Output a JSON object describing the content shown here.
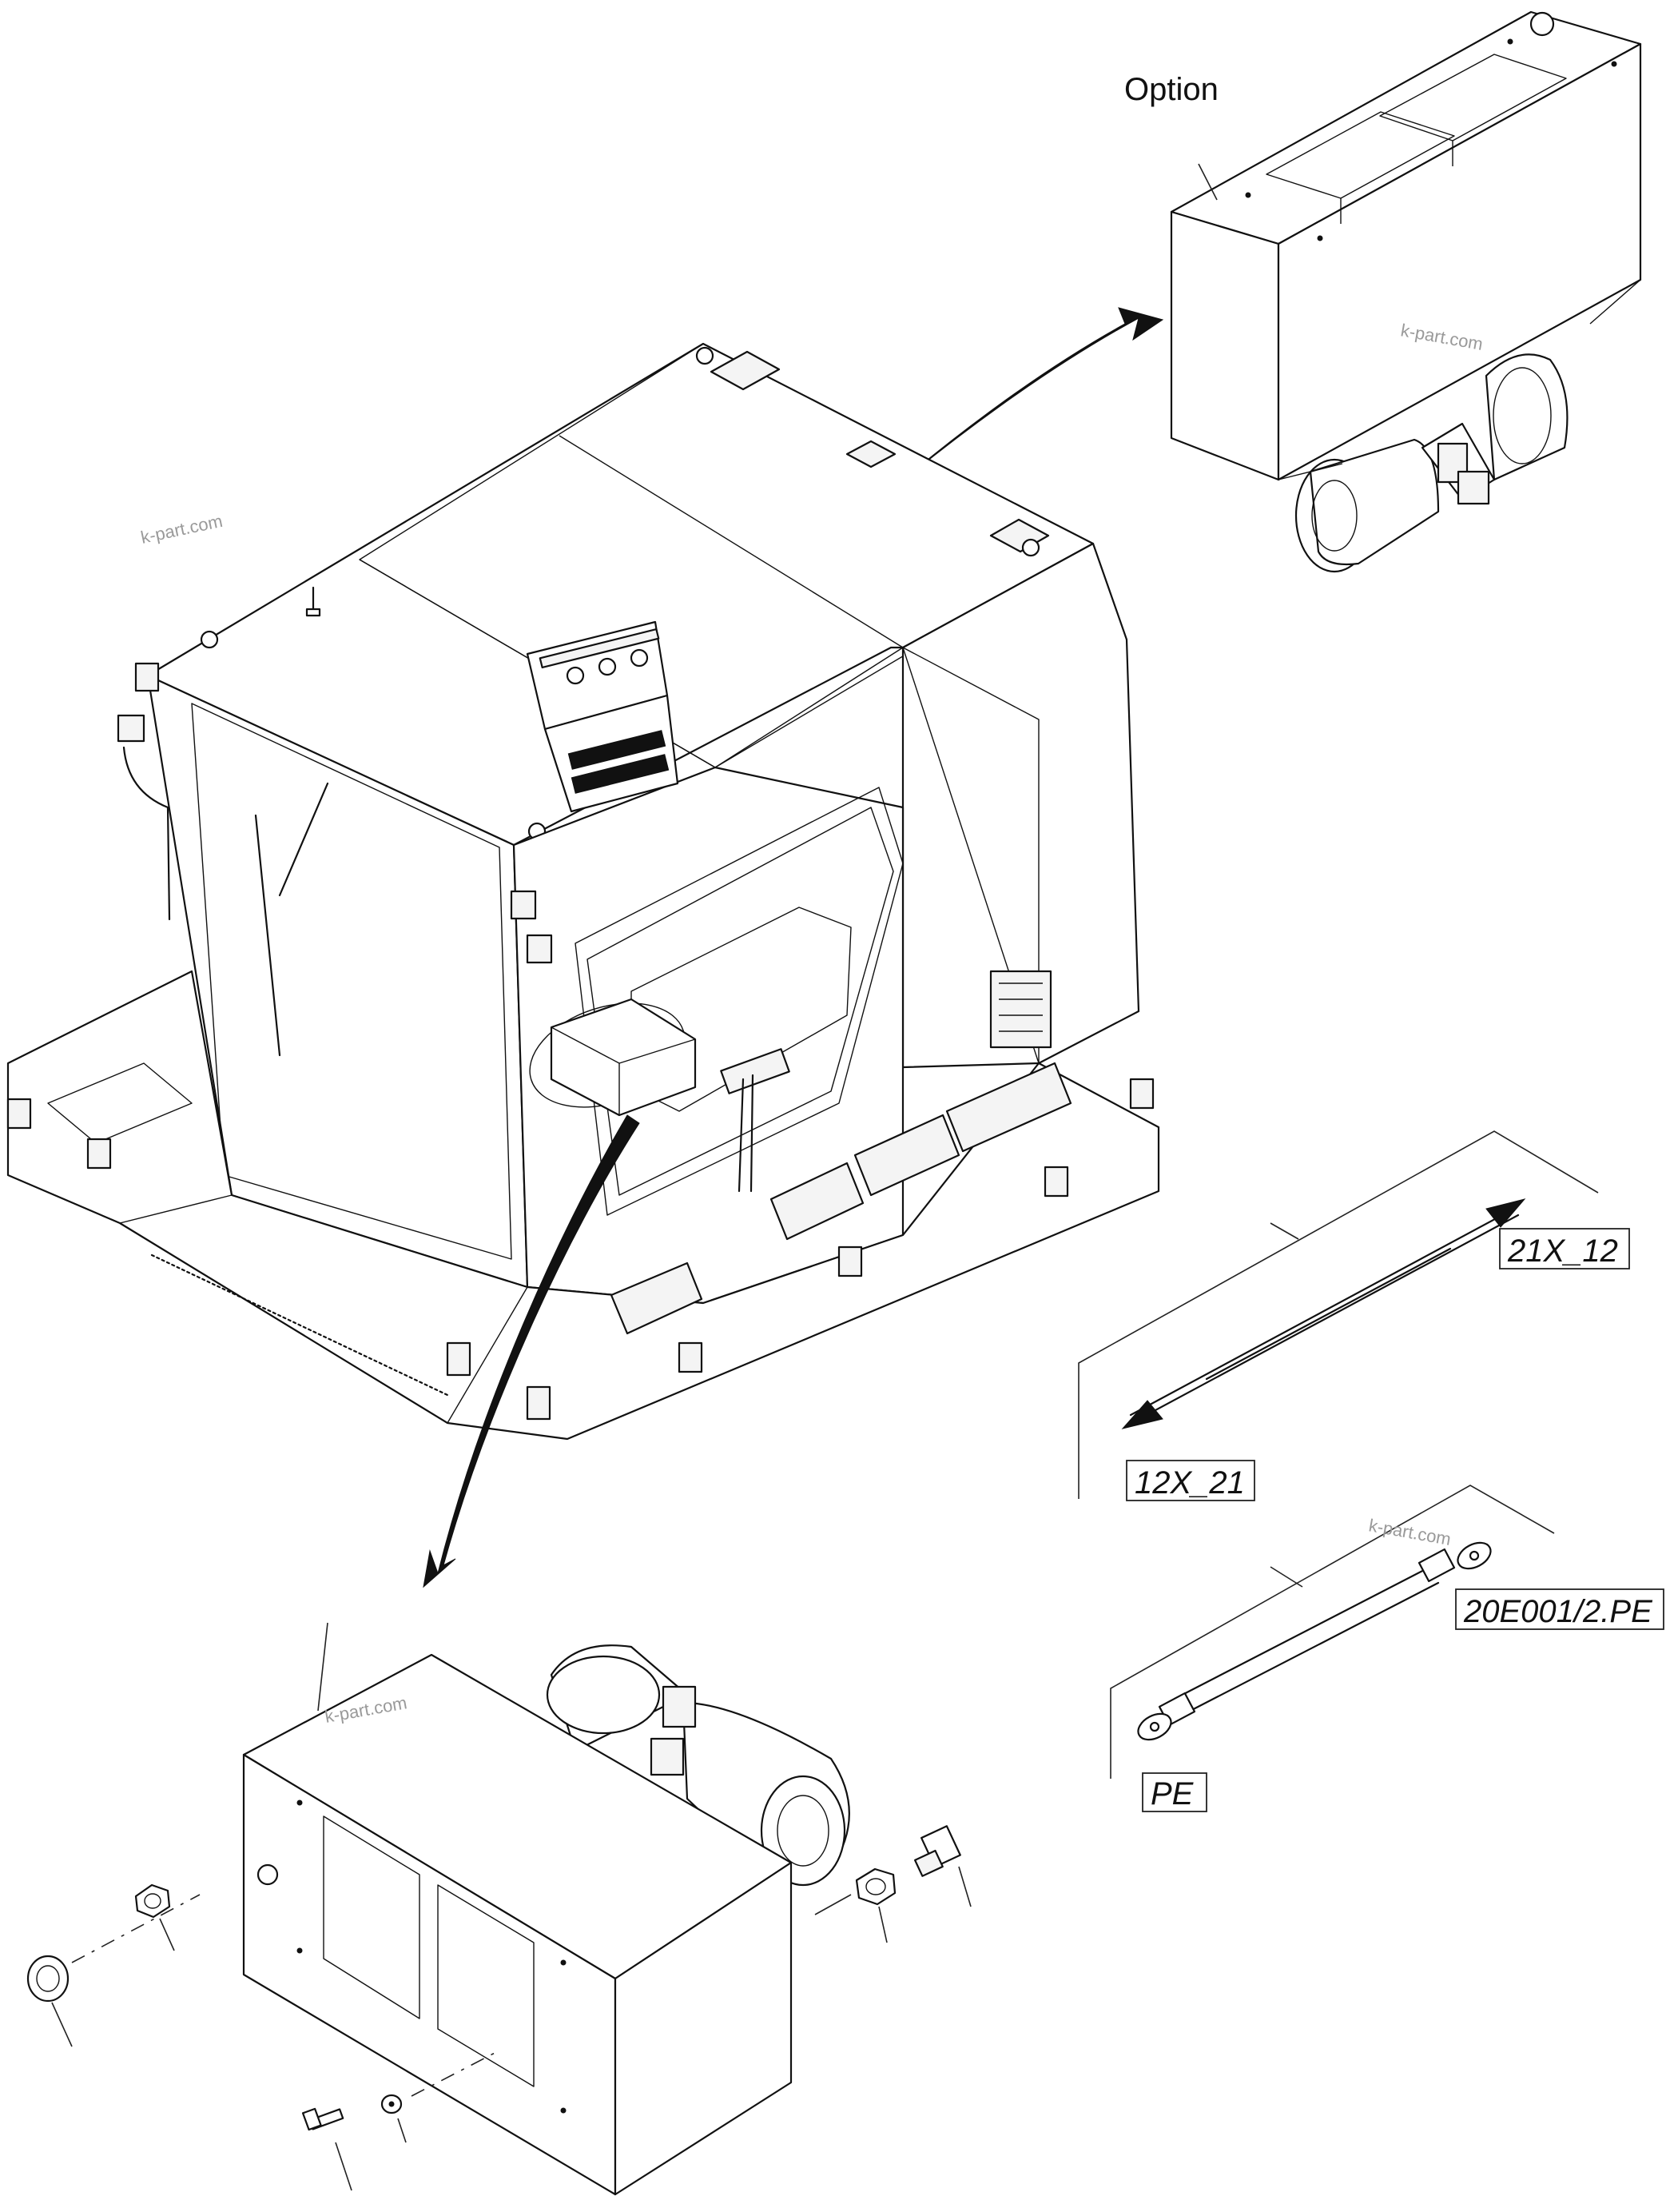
{
  "labels": {
    "option": "Option",
    "connector_a": "21X_12",
    "connector_b": "12X_21",
    "ground_ref": "20E001/2.PE",
    "pe": "PE"
  },
  "watermarks": [
    "k-part.com",
    "k-part.com",
    "k-part.com",
    "k-part.com"
  ],
  "icons": {
    "cab": "cab-icon",
    "heater_option": "heater-unit-icon",
    "heater_main": "heater-box-icon",
    "cable": "cable-icon",
    "ground_strap": "ground-strap-icon"
  },
  "colors": {
    "line": "#111111",
    "background": "#ffffff"
  }
}
